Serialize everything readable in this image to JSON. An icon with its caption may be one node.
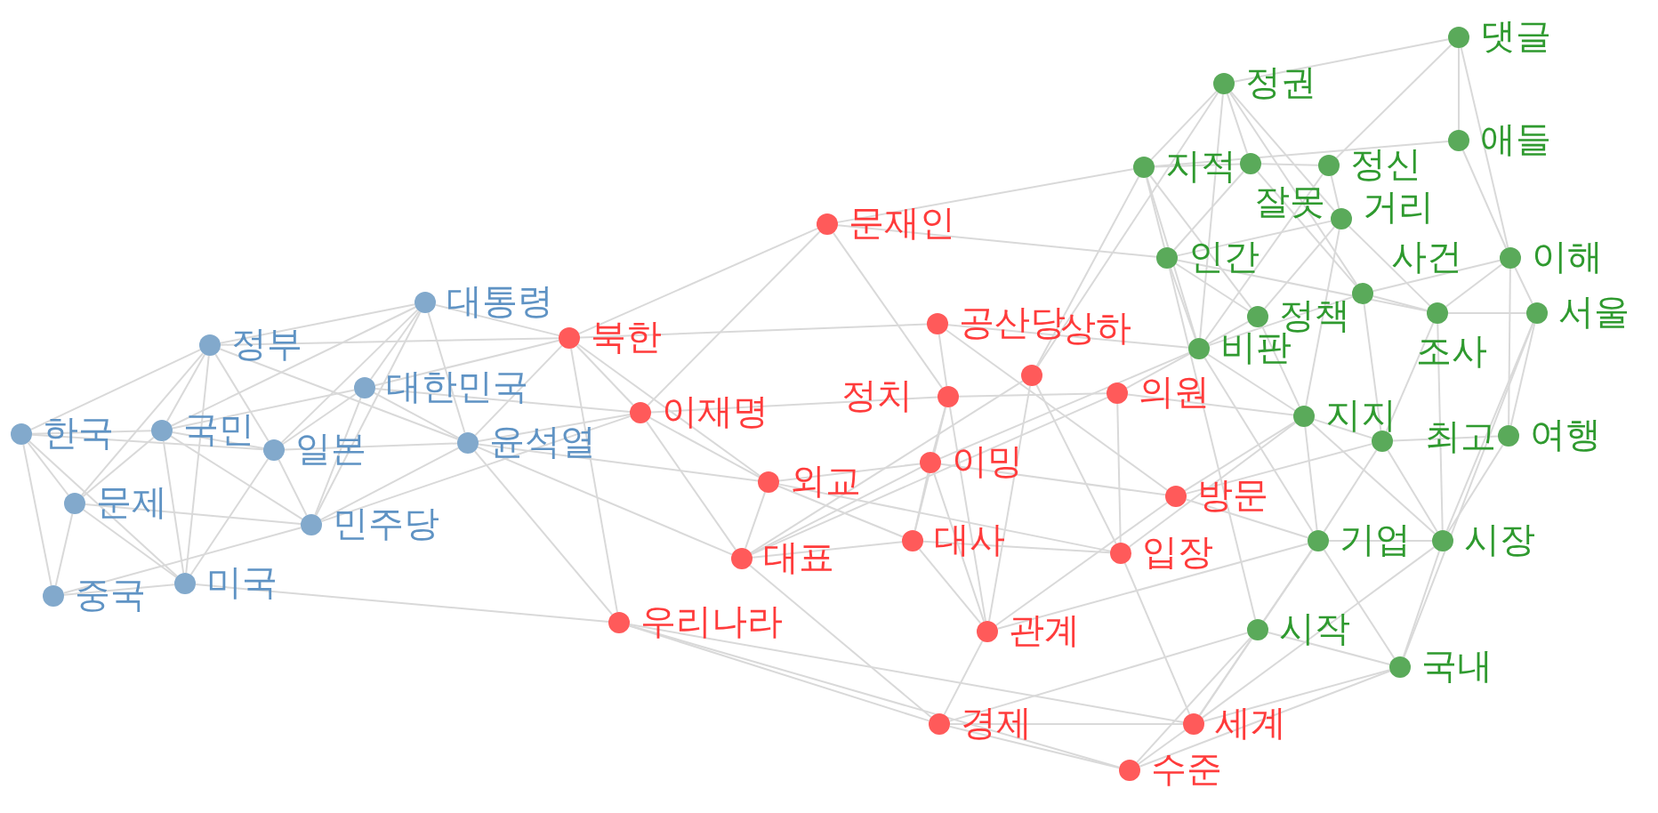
{
  "diagram": {
    "nodes": [
      {
        "text": [
          "대통령"
        ]
      },
      {
        "text": [
          "정부"
        ]
      },
      {
        "text": [
          "대한민국"
        ]
      },
      {
        "text": [
          "한국"
        ]
      },
      {
        "text": [
          "국민"
        ]
      },
      {
        "text": [
          "일본"
        ]
      },
      {
        "text": [
          "윤석열"
        ]
      },
      {
        "text": [
          "문제"
        ]
      },
      {
        "text": [
          "민주당"
        ]
      },
      {
        "text": [
          "중국"
        ]
      },
      {
        "text": [
          "미국"
        ]
      },
      {
        "text": [
          "문재인"
        ]
      },
      {
        "text": [
          "북한"
        ]
      },
      {
        "text": [
          "공산당"
        ]
      },
      {
        "text": [
          "이재명"
        ]
      },
      {
        "text": [
          "정치"
        ]
      },
      {
        "text": [
          "상하"
        ]
      },
      {
        "text": [
          "의원"
        ]
      },
      {
        "text": [
          "이밍"
        ]
      },
      {
        "text": [
          "외교"
        ]
      },
      {
        "text": [
          "방문"
        ]
      },
      {
        "text": [
          "대사"
        ]
      },
      {
        "text": [
          "대표"
        ]
      },
      {
        "text": [
          "입장"
        ]
      },
      {
        "text": [
          "우리나라"
        ]
      },
      {
        "text": [
          "관계"
        ]
      },
      {
        "text": [
          "경제"
        ]
      },
      {
        "text": [
          "세계"
        ]
      },
      {
        "text": [
          "수준"
        ]
      },
      {
        "text": [
          "댓글"
        ]
      },
      {
        "text": [
          "정권"
        ]
      },
      {
        "text": [
          "애들"
        ]
      },
      {
        "text": [
          "지적"
        ]
      },
      {
        "text": [
          "잘못"
        ]
      },
      {
        "text": [
          "정신"
        ]
      },
      {
        "text": [
          "거리"
        ]
      },
      {
        "text": [
          "인간"
        ]
      },
      {
        "text": [
          "이해"
        ]
      },
      {
        "text": [
          "사건"
        ]
      },
      {
        "text": [
          "정책"
        ]
      },
      {
        "text": [
          "조사"
        ]
      },
      {
        "text": [
          "서울"
        ]
      },
      {
        "text": [
          "비판"
        ]
      },
      {
        "text": [
          "지지"
        ]
      },
      {
        "text": [
          "최고"
        ]
      },
      {
        "text": [
          "여행"
        ]
      },
      {
        "text": [
          "기업"
        ]
      },
      {
        "text": [
          "시장"
        ]
      },
      {
        "text": [
          "시작"
        ]
      },
      {
        "text": [
          "국내"
        ]
      }
    ],
    "edges": [
      {
        "from": 0,
        "to": 1,
        "arrow": "none"
      },
      {
        "from": 0,
        "to": 12,
        "arrow": "none"
      },
      {
        "from": 0,
        "to": 2,
        "arrow": "none"
      },
      {
        "from": 0,
        "to": 5,
        "arrow": "none"
      },
      {
        "from": 0,
        "to": 8,
        "arrow": "none"
      },
      {
        "from": 0,
        "to": 6,
        "arrow": "none"
      },
      {
        "from": 0,
        "to": 4,
        "arrow": "none"
      },
      {
        "from": 1,
        "to": 3,
        "arrow": "none"
      },
      {
        "from": 1,
        "to": 4,
        "arrow": "none"
      },
      {
        "from": 1,
        "to": 5,
        "arrow": "none"
      },
      {
        "from": 1,
        "to": 10,
        "arrow": "none"
      },
      {
        "from": 1,
        "to": 12,
        "arrow": "none"
      },
      {
        "from": 1,
        "to": 6,
        "arrow": "none"
      },
      {
        "from": 1,
        "to": 7,
        "arrow": "none"
      },
      {
        "from": 3,
        "to": 4,
        "arrow": "none"
      },
      {
        "from": 3,
        "to": 5,
        "arrow": "none"
      },
      {
        "from": 3,
        "to": 7,
        "arrow": "none"
      },
      {
        "from": 3,
        "to": 9,
        "arrow": "none"
      },
      {
        "from": 3,
        "to": 10,
        "arrow": "none"
      },
      {
        "from": 4,
        "to": 7,
        "arrow": "none"
      },
      {
        "from": 4,
        "to": 5,
        "arrow": "none"
      },
      {
        "from": 4,
        "to": 10,
        "arrow": "none"
      },
      {
        "from": 4,
        "to": 2,
        "arrow": "none"
      },
      {
        "from": 4,
        "to": 8,
        "arrow": "none"
      },
      {
        "from": 5,
        "to": 6,
        "arrow": "none"
      },
      {
        "from": 5,
        "to": 8,
        "arrow": "none"
      },
      {
        "from": 5,
        "to": 10,
        "arrow": "none"
      },
      {
        "from": 5,
        "to": 2,
        "arrow": "none"
      },
      {
        "from": 7,
        "to": 9,
        "arrow": "none"
      },
      {
        "from": 7,
        "to": 10,
        "arrow": "none"
      },
      {
        "from": 7,
        "to": 8,
        "arrow": "none"
      },
      {
        "from": 8,
        "to": 2,
        "arrow": "none"
      },
      {
        "from": 8,
        "to": 6,
        "arrow": "none"
      },
      {
        "from": 8,
        "to": 14,
        "arrow": "none"
      },
      {
        "from": 9,
        "to": 10,
        "arrow": "none"
      },
      {
        "from": 9,
        "to": 8,
        "arrow": "none"
      },
      {
        "from": 10,
        "to": 24,
        "arrow": "none"
      },
      {
        "from": 2,
        "to": 6,
        "arrow": "none"
      },
      {
        "from": 2,
        "to": 12,
        "arrow": "none"
      },
      {
        "from": 2,
        "to": 14,
        "arrow": "none"
      },
      {
        "from": 6,
        "to": 12,
        "arrow": "none"
      },
      {
        "from": 6,
        "to": 14,
        "arrow": "none"
      },
      {
        "from": 6,
        "to": 19,
        "arrow": "none"
      },
      {
        "from": 6,
        "to": 22,
        "arrow": "none"
      },
      {
        "from": 6,
        "to": 24,
        "arrow": "none"
      },
      {
        "from": 12,
        "to": 14,
        "arrow": "none"
      },
      {
        "from": 12,
        "to": 24,
        "arrow": "none"
      },
      {
        "from": 12,
        "to": 19,
        "arrow": "none"
      },
      {
        "from": 12,
        "to": 13,
        "arrow": "none"
      },
      {
        "from": 12,
        "to": 11,
        "arrow": "none"
      },
      {
        "from": 11,
        "to": 14,
        "arrow": "none"
      },
      {
        "from": 11,
        "to": 15,
        "arrow": "none"
      },
      {
        "from": 11,
        "to": 36,
        "arrow": "none"
      },
      {
        "from": 11,
        "to": 32,
        "arrow": "none"
      },
      {
        "from": 14,
        "to": 19,
        "arrow": "none"
      },
      {
        "from": 14,
        "to": 22,
        "arrow": "none"
      },
      {
        "from": 14,
        "to": 15,
        "arrow": "none"
      },
      {
        "from": 19,
        "to": 22,
        "arrow": "none"
      },
      {
        "from": 19,
        "to": 18,
        "arrow": "none"
      },
      {
        "from": 19,
        "to": 21,
        "arrow": "none"
      },
      {
        "from": 19,
        "to": 23,
        "arrow": "none"
      },
      {
        "from": 22,
        "to": 21,
        "arrow": "none"
      },
      {
        "from": 22,
        "to": 18,
        "arrow": "none"
      },
      {
        "from": 22,
        "to": 26,
        "arrow": "none"
      },
      {
        "from": 22,
        "to": 16,
        "arrow": "none"
      },
      {
        "from": 22,
        "to": 17,
        "arrow": "none"
      },
      {
        "from": 24,
        "to": 26,
        "arrow": "none"
      },
      {
        "from": 24,
        "to": 27,
        "arrow": "none"
      },
      {
        "from": 24,
        "to": 28,
        "arrow": "none"
      },
      {
        "from": 13,
        "to": 15,
        "arrow": "none"
      },
      {
        "from": 13,
        "to": 20,
        "arrow": "none"
      },
      {
        "from": 13,
        "to": 42,
        "arrow": "none"
      },
      {
        "from": 15,
        "to": 18,
        "arrow": "none"
      },
      {
        "from": 15,
        "to": 21,
        "arrow": "none"
      },
      {
        "from": 15,
        "to": 25,
        "arrow": "none"
      },
      {
        "from": 15,
        "to": 17,
        "arrow": "none"
      },
      {
        "from": 18,
        "to": 21,
        "arrow": "none"
      },
      {
        "from": 18,
        "to": 25,
        "arrow": "none"
      },
      {
        "from": 18,
        "to": 20,
        "arrow": "none"
      },
      {
        "from": 18,
        "to": 42,
        "arrow": "none"
      },
      {
        "from": 16,
        "to": 25,
        "arrow": "none"
      },
      {
        "from": 16,
        "to": 23,
        "arrow": "none"
      },
      {
        "from": 16,
        "to": 32,
        "arrow": "none"
      },
      {
        "from": 16,
        "to": 30,
        "arrow": "none"
      },
      {
        "from": 17,
        "to": 23,
        "arrow": "none"
      },
      {
        "from": 17,
        "to": 43,
        "arrow": "none"
      },
      {
        "from": 17,
        "to": 42,
        "arrow": "none"
      },
      {
        "from": 21,
        "to": 25,
        "arrow": "none"
      },
      {
        "from": 21,
        "to": 23,
        "arrow": "none"
      },
      {
        "from": 25,
        "to": 26,
        "arrow": "none"
      },
      {
        "from": 25,
        "to": 20,
        "arrow": "none"
      },
      {
        "from": 25,
        "to": 46,
        "arrow": "none"
      },
      {
        "from": 23,
        "to": 43,
        "arrow": "none"
      },
      {
        "from": 23,
        "to": 27,
        "arrow": "none"
      },
      {
        "from": 26,
        "to": 27,
        "arrow": "none"
      },
      {
        "from": 26,
        "to": 28,
        "arrow": "none"
      },
      {
        "from": 26,
        "to": 48,
        "arrow": "none"
      },
      {
        "from": 27,
        "to": 28,
        "arrow": "none"
      },
      {
        "from": 27,
        "to": 48,
        "arrow": "none"
      },
      {
        "from": 27,
        "to": 49,
        "arrow": "none"
      },
      {
        "from": 27,
        "to": 46,
        "arrow": "none"
      },
      {
        "from": 28,
        "to": 48,
        "arrow": "none"
      },
      {
        "from": 28,
        "to": 49,
        "arrow": "none"
      },
      {
        "from": 27,
        "to": 47,
        "arrow": "none"
      },
      {
        "from": 20,
        "to": 46,
        "arrow": "none"
      },
      {
        "from": 20,
        "to": 43,
        "arrow": "none"
      },
      {
        "from": 20,
        "to": 44,
        "arrow": "none"
      },
      {
        "from": 29,
        "to": 30,
        "arrow": "none"
      },
      {
        "from": 29,
        "to": 31,
        "arrow": "none"
      },
      {
        "from": 29,
        "to": 34,
        "arrow": "none"
      },
      {
        "from": 29,
        "to": 37,
        "arrow": "none"
      },
      {
        "from": 30,
        "to": 32,
        "arrow": "none"
      },
      {
        "from": 30,
        "to": 33,
        "arrow": "none"
      },
      {
        "from": 30,
        "to": 35,
        "arrow": "none"
      },
      {
        "from": 30,
        "to": 38,
        "arrow": "none"
      },
      {
        "from": 30,
        "to": 42,
        "arrow": "none"
      },
      {
        "from": 31,
        "to": 37,
        "arrow": "none"
      },
      {
        "from": 31,
        "to": 32,
        "arrow": "none"
      },
      {
        "from": 32,
        "to": 36,
        "arrow": "none"
      },
      {
        "from": 32,
        "to": 33,
        "arrow": "none"
      },
      {
        "from": 32,
        "to": 42,
        "arrow": "none"
      },
      {
        "from": 32,
        "to": 39,
        "arrow": "none"
      },
      {
        "from": 33,
        "to": 34,
        "arrow": "none"
      },
      {
        "from": 33,
        "to": 36,
        "arrow": "none"
      },
      {
        "from": 33,
        "to": 38,
        "arrow": "none"
      },
      {
        "from": 34,
        "to": 35,
        "arrow": "none"
      },
      {
        "from": 34,
        "to": 42,
        "arrow": "none"
      },
      {
        "from": 35,
        "to": 39,
        "arrow": "none"
      },
      {
        "from": 35,
        "to": 36,
        "arrow": "none"
      },
      {
        "from": 35,
        "to": 40,
        "arrow": "none"
      },
      {
        "from": 35,
        "to": 43,
        "arrow": "none"
      },
      {
        "from": 36,
        "to": 39,
        "arrow": "none"
      },
      {
        "from": 36,
        "to": 42,
        "arrow": "none"
      },
      {
        "from": 36,
        "to": 40,
        "arrow": "none"
      },
      {
        "from": 36,
        "to": 48,
        "arrow": "none"
      },
      {
        "from": 37,
        "to": 38,
        "arrow": "none"
      },
      {
        "from": 37,
        "to": 41,
        "arrow": "none"
      },
      {
        "from": 37,
        "to": 40,
        "arrow": "none"
      },
      {
        "from": 37,
        "to": 45,
        "arrow": "none"
      },
      {
        "from": 38,
        "to": 40,
        "arrow": "none"
      },
      {
        "from": 38,
        "to": 42,
        "arrow": "none"
      },
      {
        "from": 38,
        "to": 44,
        "arrow": "none"
      },
      {
        "from": 39,
        "to": 42,
        "arrow": "none"
      },
      {
        "from": 39,
        "to": 43,
        "arrow": "none"
      },
      {
        "from": 40,
        "to": 41,
        "arrow": "none"
      },
      {
        "from": 40,
        "to": 44,
        "arrow": "none"
      },
      {
        "from": 40,
        "to": 47,
        "arrow": "none"
      },
      {
        "from": 41,
        "to": 45,
        "arrow": "none"
      },
      {
        "from": 41,
        "to": 47,
        "arrow": "none"
      },
      {
        "from": 41,
        "to": 49,
        "arrow": "none"
      },
      {
        "from": 42,
        "to": 43,
        "arrow": "none"
      },
      {
        "from": 42,
        "to": 46,
        "arrow": "none"
      },
      {
        "from": 43,
        "to": 46,
        "arrow": "none"
      },
      {
        "from": 43,
        "to": 44,
        "arrow": "none"
      },
      {
        "from": 43,
        "to": 47,
        "arrow": "none"
      },
      {
        "from": 44,
        "to": 46,
        "arrow": "none"
      },
      {
        "from": 44,
        "to": 47,
        "arrow": "none"
      },
      {
        "from": 44,
        "to": 45,
        "arrow": "none"
      },
      {
        "from": 45,
        "to": 47,
        "arrow": "none"
      },
      {
        "from": 46,
        "to": 47,
        "arrow": "none"
      },
      {
        "from": 46,
        "to": 48,
        "arrow": "none"
      },
      {
        "from": 46,
        "to": 49,
        "arrow": "none"
      },
      {
        "from": 47,
        "to": 49,
        "arrow": "none"
      },
      {
        "from": 48,
        "to": 49,
        "arrow": "none"
      }
    ]
  }
}
